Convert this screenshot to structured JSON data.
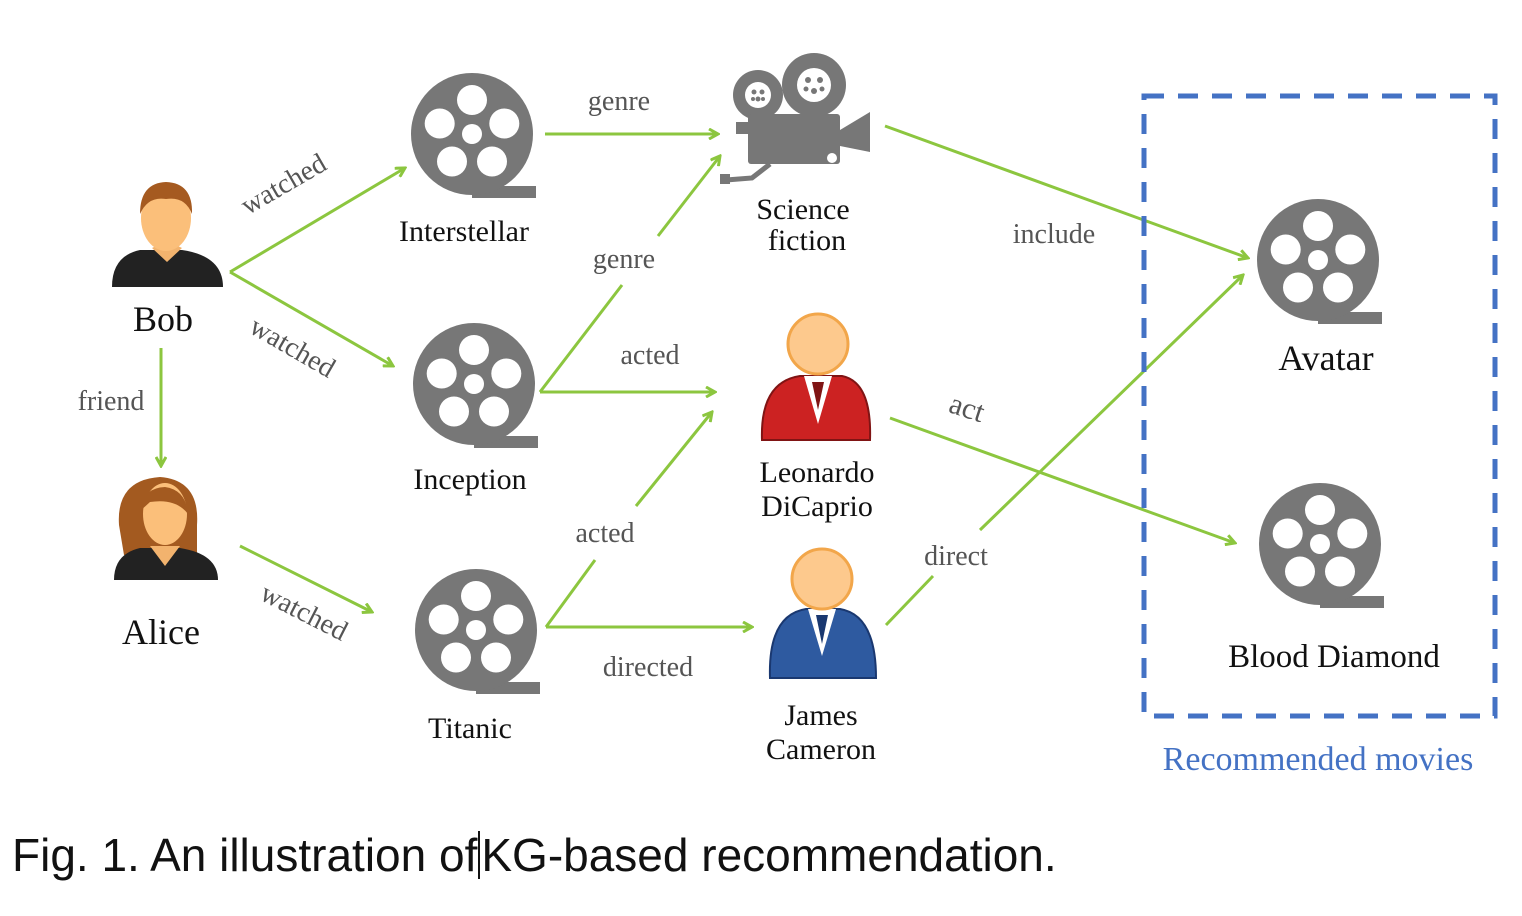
{
  "nodes": {
    "bob": "Bob",
    "alice": "Alice",
    "interstellar": "Interstellar",
    "inception": "Inception",
    "titanic": "Titanic",
    "scifi": [
      "Science",
      "fiction"
    ],
    "leonardo": [
      "Leonardo",
      "DiCaprio"
    ],
    "james": [
      "James",
      "Cameron"
    ],
    "avatar": "Avatar",
    "blood_diamond": "Blood Diamond"
  },
  "edges": {
    "bob_interstellar": "watched",
    "bob_inception": "watched",
    "bob_alice": "friend",
    "alice_titanic": "watched",
    "interstellar_scifi": "genre",
    "inception_scifi": "genre",
    "inception_leonardo": "acted",
    "titanic_leonardo": "acted",
    "titanic_james": "directed",
    "scifi_avatar": "include",
    "leonardo_blood": "act",
    "james_avatar": "direct"
  },
  "recommended_label": "Recommended movies",
  "caption": {
    "before_cursor": "Fig. 1. An illustration of",
    "after_cursor": "KG-based recommendation."
  },
  "colors": {
    "edge": "#8cc63f",
    "icon": "#777777",
    "box": "#4472c4",
    "leonardo_suit": "#cc2222",
    "james_suit": "#2e5aa0",
    "face": "#fdc98d",
    "face_outline": "#f2a64a"
  },
  "icons": {
    "movie": "film-reel-icon",
    "genre": "movie-camera-icon",
    "person": "person-icon"
  }
}
